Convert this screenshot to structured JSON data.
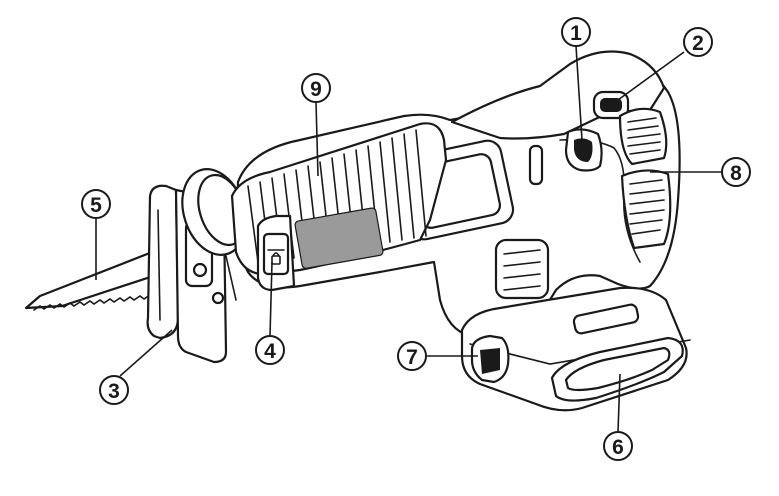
{
  "callouts": [
    {
      "id": "1",
      "label": "1"
    },
    {
      "id": "2",
      "label": "2"
    },
    {
      "id": "3",
      "label": "3"
    },
    {
      "id": "4",
      "label": "4"
    },
    {
      "id": "5",
      "label": "5"
    },
    {
      "id": "6",
      "label": "6"
    },
    {
      "id": "7",
      "label": "7"
    },
    {
      "id": "8",
      "label": "8"
    },
    {
      "id": "9",
      "label": "9"
    }
  ],
  "colors": {
    "line": "#1a1a1a",
    "background": "#ffffff",
    "shade": "#9a9a9a"
  }
}
